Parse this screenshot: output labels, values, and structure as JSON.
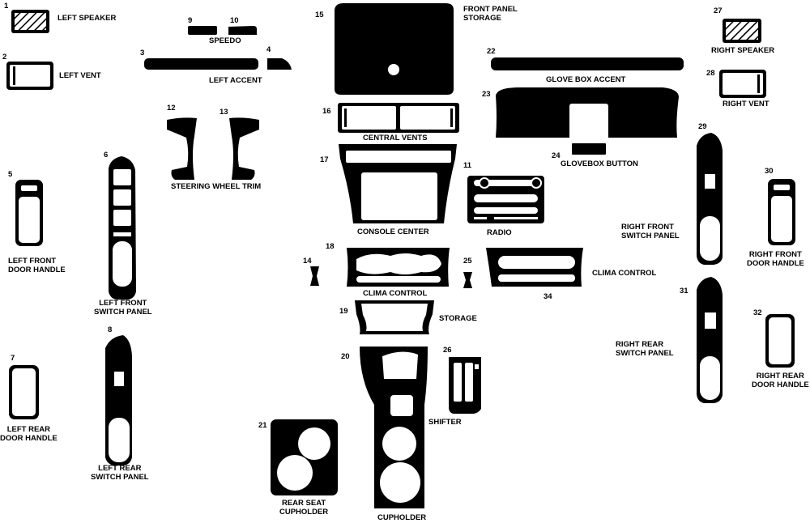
{
  "colors": {
    "fill": "#000000",
    "background": "#ffffff",
    "cutout": "#ffffff"
  },
  "parts": {
    "p1": {
      "num": "1",
      "label": "LEFT SPEAKER"
    },
    "p2": {
      "num": "2",
      "label": "LEFT VENT"
    },
    "p3": {
      "num": "3"
    },
    "p4": {
      "num": "4",
      "label": "LEFT ACCENT"
    },
    "p5": {
      "num": "5",
      "label": "LEFT FRONT\nDOOR HANDLE"
    },
    "p6": {
      "num": "6",
      "label": "LEFT FRONT\nSWITCH PANEL"
    },
    "p7": {
      "num": "7",
      "label": "LEFT REAR\nDOOR HANDLE"
    },
    "p8": {
      "num": "8",
      "label": "LEFT REAR\nSWITCH PANEL"
    },
    "p9": {
      "num": "9"
    },
    "p10": {
      "num": "10",
      "label": "SPEEDO"
    },
    "p11": {
      "num": "11",
      "label": "RADIO"
    },
    "p12": {
      "num": "12"
    },
    "p13": {
      "num": "13",
      "label": "STEERING WHEEL TRIM"
    },
    "p14": {
      "num": "14"
    },
    "p15": {
      "num": "15",
      "label": "FRONT PANEL\nSTORAGE"
    },
    "p16": {
      "num": "16",
      "label": "CENTRAL VENTS"
    },
    "p17": {
      "num": "17",
      "label": "CONSOLE CENTER"
    },
    "p18": {
      "num": "18",
      "label": "CLIMA CONTROL"
    },
    "p19": {
      "num": "19",
      "label": "STORAGE"
    },
    "p20": {
      "num": "20",
      "label": "CUPHOLDER"
    },
    "p21": {
      "num": "21",
      "label": "REAR SEAT\nCUPHOLDER"
    },
    "p22": {
      "num": "22",
      "label": "GLOVE BOX ACCENT"
    },
    "p23": {
      "num": "23"
    },
    "p24": {
      "num": "24",
      "label": "GLOVEBOX BUTTON"
    },
    "p25": {
      "num": "25"
    },
    "p26": {
      "num": "26",
      "label": "SHIFTER"
    },
    "p27": {
      "num": "27",
      "label": "RIGHT SPEAKER"
    },
    "p28": {
      "num": "28",
      "label": "RIGHT VENT"
    },
    "p29": {
      "num": "29",
      "label": "RIGHT FRONT\nSWITCH PANEL"
    },
    "p30": {
      "num": "30",
      "label": "RIGHT FRONT\nDOOR HANDLE"
    },
    "p31": {
      "num": "31",
      "label": "RIGHT REAR\nSWITCH PANEL"
    },
    "p32": {
      "num": "32",
      "label": "RIGHT REAR\nDOOR HANDLE"
    },
    "p34": {
      "num": "34",
      "label": "CLIMA CONTROL"
    }
  }
}
